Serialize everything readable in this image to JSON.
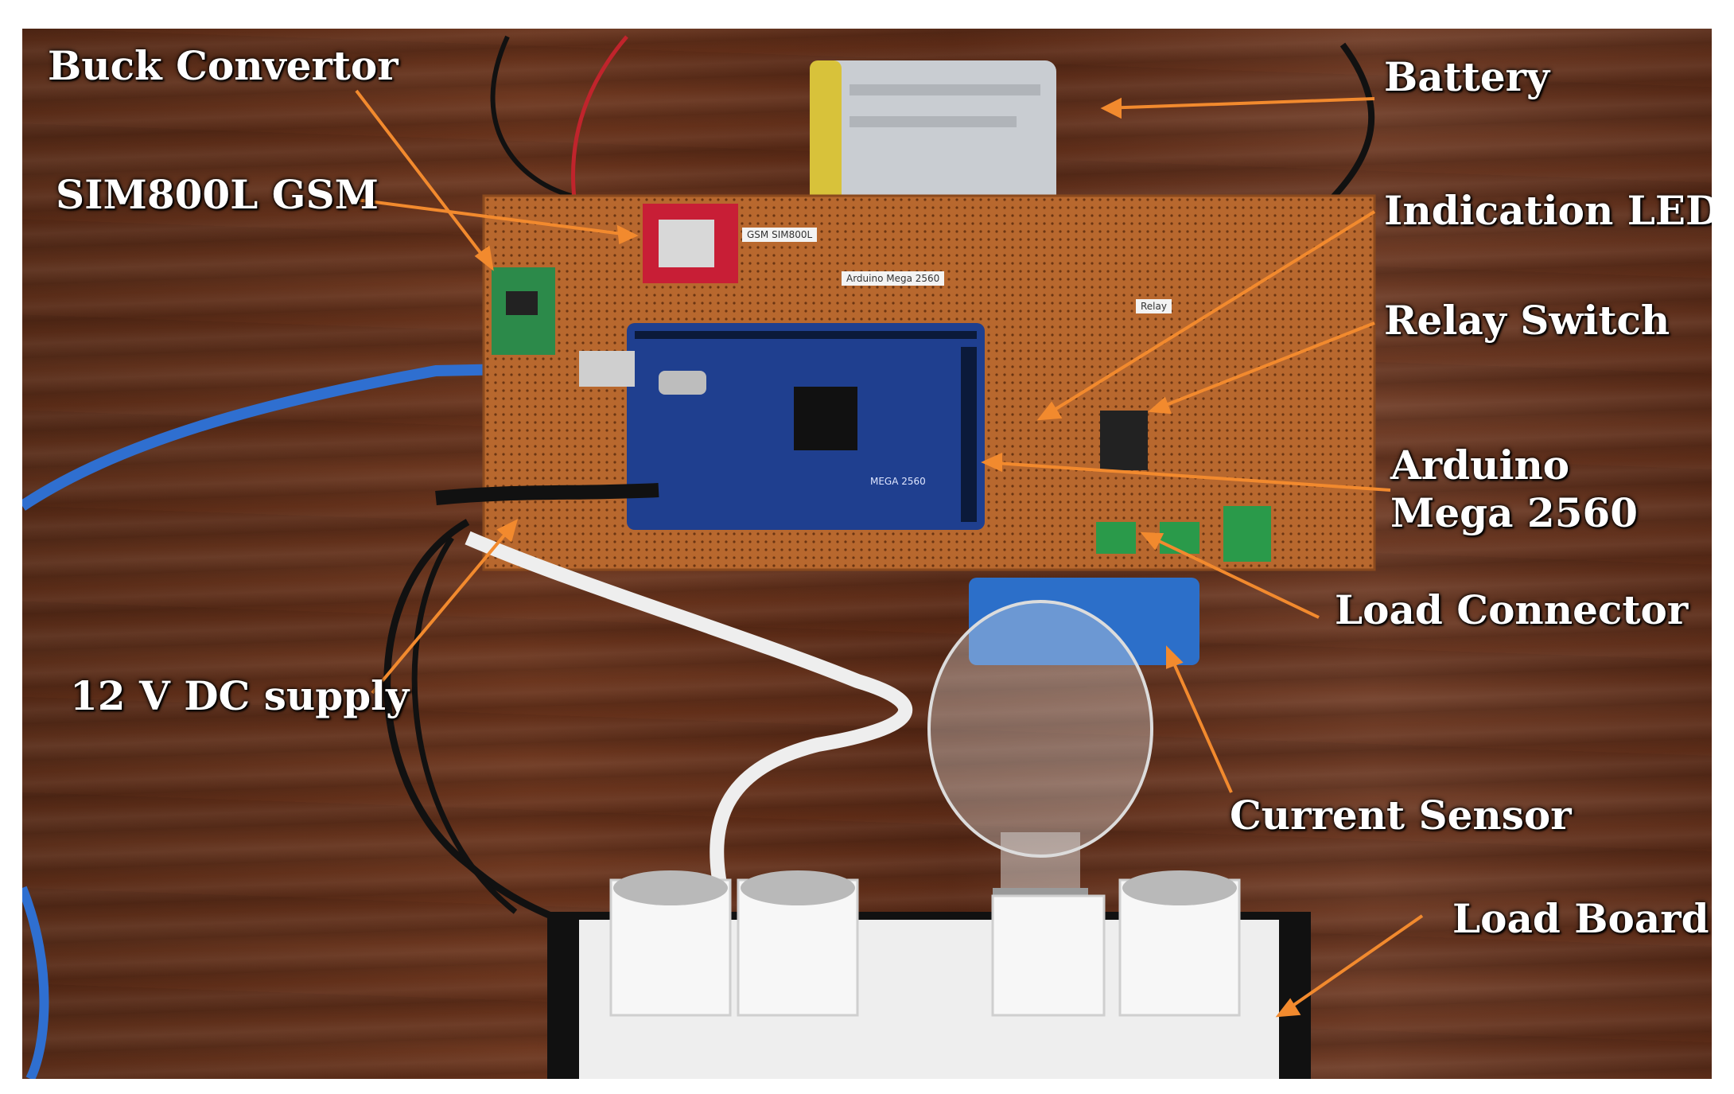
{
  "labels": {
    "buck_convertor": "Buck Convertor",
    "sim800l_gsm": "SIM800L GSM",
    "battery": "Battery",
    "indication_leds": "Indication LEDs",
    "relay_switch": "Relay Switch",
    "arduino_line1": "Arduino",
    "arduino_line2": "Mega 2560",
    "load_connector": "Load Connector",
    "dc_supply": "12 V DC supply",
    "current_sensor": "Current Sensor",
    "load_board": "Load Board"
  },
  "board_tags": {
    "gsm": "GSM SIM800L",
    "arduino": "Arduino Mega 2560",
    "relay": "Relay",
    "mega": "MEGA 2560"
  },
  "colors": {
    "arrow": "#f28a2e",
    "wood": "#5e2f1b",
    "perfboard": "#b8682e",
    "arduino_blue": "#1f3f8f"
  }
}
